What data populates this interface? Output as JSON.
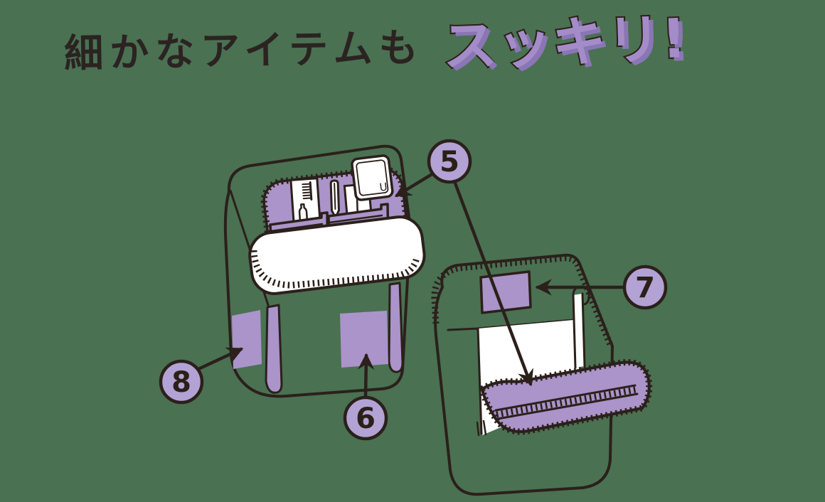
{
  "background_color": "#4A7152",
  "title": {
    "prefix": "細かなアイテムも",
    "highlight": "スッキリ!"
  },
  "colors": {
    "background": "#4A7152",
    "outline": "#2B201B",
    "panel_purple": "#AA94C9",
    "badge_purple": "#B3A2D4",
    "white": "#FFFFFF",
    "title_text": "#2B2321",
    "title_highlight": "#A48CC8",
    "title_highlight_shadow": "#8A76B5"
  },
  "illustration": {
    "left_bag": "open organizer bag with stationery items in inner compartment",
    "right_bag": "organizer bag with folded purple flap pocket",
    "card_letter": "U"
  },
  "callouts": [
    {
      "number": "5",
      "points_to": "inner top compartment and flap pocket"
    },
    {
      "number": "6",
      "points_to": "front pocket"
    },
    {
      "number": "7",
      "points_to": "inner back pocket"
    },
    {
      "number": "8",
      "points_to": "side pocket"
    }
  ]
}
